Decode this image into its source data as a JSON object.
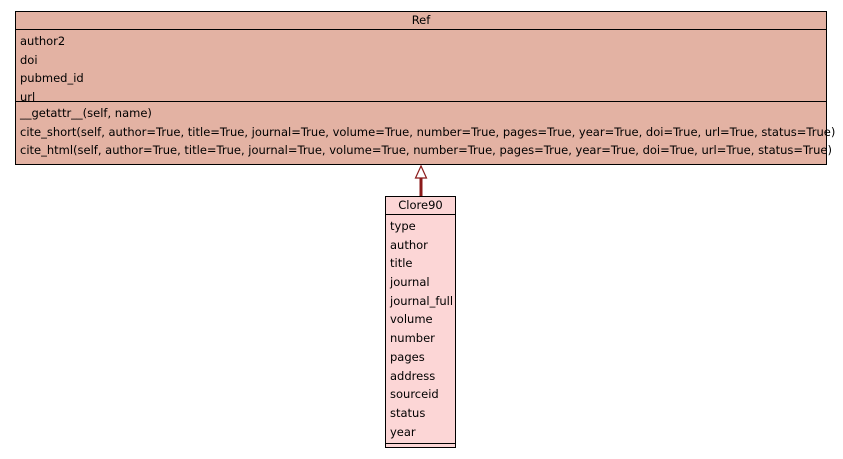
{
  "classes": {
    "ref": {
      "name": "Ref",
      "attributes": [
        "author2",
        "doi",
        "pubmed_id",
        "url"
      ],
      "methods": [
        "__getattr__(self, name)",
        "cite_short(self, author=True, title=True, journal=True, volume=True, number=True, pages=True, year=True, doi=True, url=True, status=True)",
        "cite_html(self, author=True, title=True, journal=True, volume=True, number=True, pages=True, year=True, doi=True, url=True, status=True)"
      ],
      "fill_color": "#e3b2a3"
    },
    "clore90": {
      "name": "Clore90",
      "attributes": [
        "type",
        "author",
        "title",
        "journal",
        "journal_full",
        "volume",
        "number",
        "pages",
        "address",
        "sourceid",
        "status",
        "year"
      ],
      "methods": [],
      "fill_color": "#fcd6d6"
    }
  },
  "relations": [
    {
      "type": "inheritance",
      "from": "Clore90",
      "to": "Ref",
      "color": "#8b1a1a"
    }
  ]
}
